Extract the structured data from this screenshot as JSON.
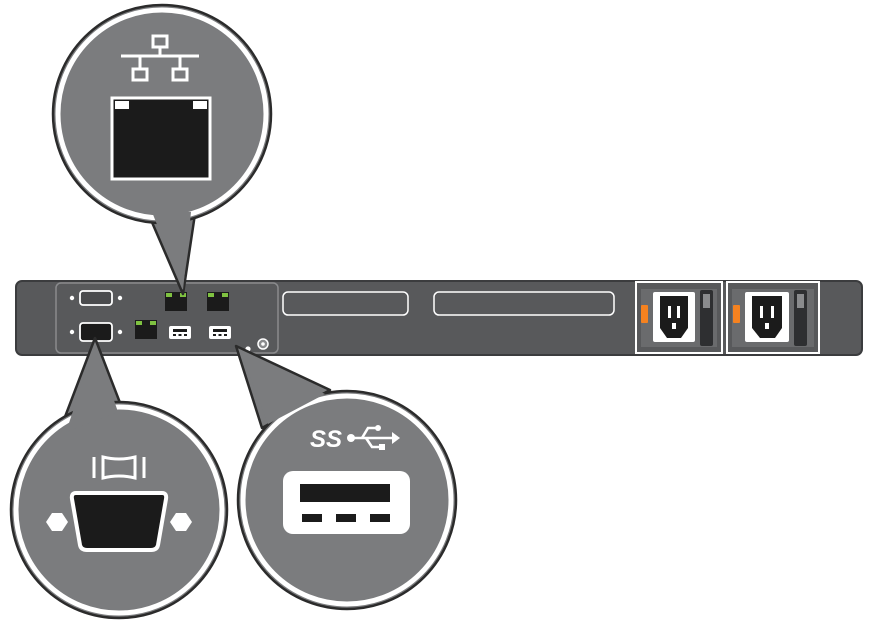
{
  "diagram": {
    "subject": "server-rear-panel",
    "callouts": [
      {
        "id": "network",
        "icon": "network-port-icon"
      },
      {
        "id": "vga",
        "icon": "vga-port-icon"
      },
      {
        "id": "usb3",
        "icon": "usb-3-port-icon",
        "label": "SS"
      }
    ],
    "panel_components": [
      "serial-port",
      "vga-port",
      "network-port",
      "network-port",
      "network-port",
      "usb-port",
      "usb-port",
      "expansion-slot",
      "expansion-slot",
      "power-supply",
      "power-supply"
    ]
  },
  "colors": {
    "chassis": "#58595b",
    "chassis_border": "#3b3c3e",
    "callout_fill": "#7b7c7e",
    "callout_border": "#2b2b2b",
    "port_fill": "#1b1b1b",
    "led_green": "#7fc241",
    "led_orange": "#f58220",
    "white": "#ffffff"
  }
}
